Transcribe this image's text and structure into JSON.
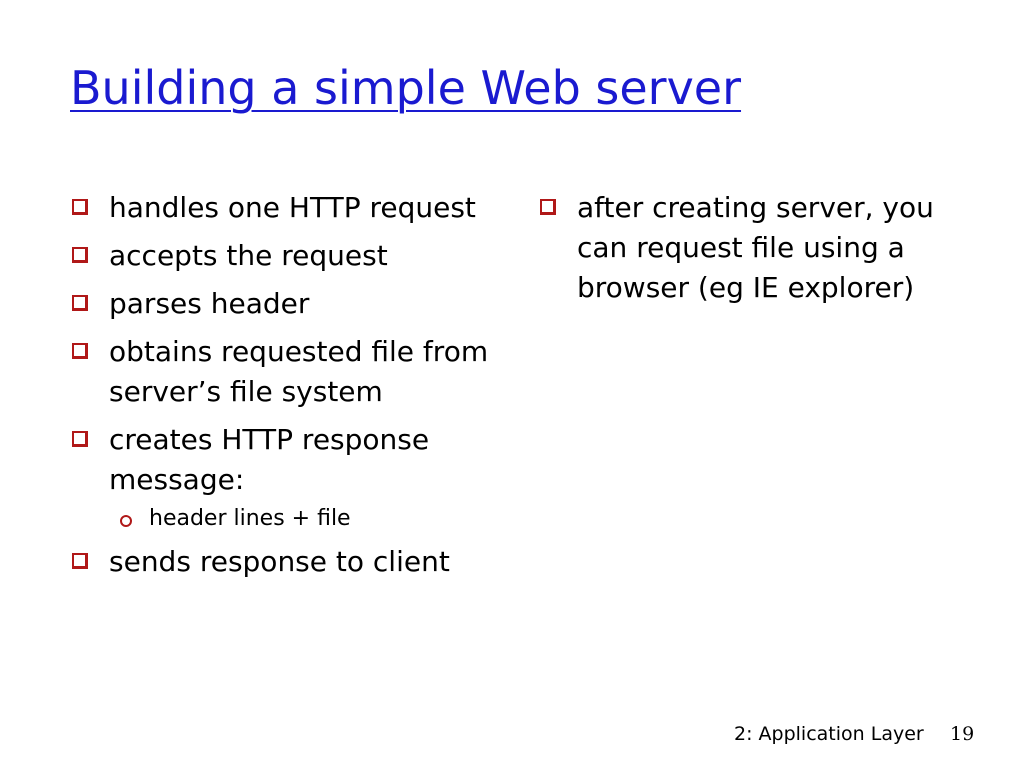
{
  "slide": {
    "title": "Building a simple Web server",
    "left_bullets": [
      "handles one HTTP request",
      "accepts the request",
      "parses header",
      "obtains requested file from server’s file system",
      "creates HTTP response message:",
      "sends response to client"
    ],
    "left_sub_bullets": [
      "header lines + file"
    ],
    "right_bullets": [
      "after creating server, you can request file using a browser (eg IE explorer)"
    ],
    "footer": "2: Application Layer",
    "page_number": "19"
  },
  "colors": {
    "title": "#1a1ad0",
    "bullet_marker": "#b01818",
    "text": "#000000",
    "background": "#ffffff"
  },
  "icons": {
    "bullet": "square-outline-icon",
    "sub_bullet": "circle-outline-icon"
  }
}
